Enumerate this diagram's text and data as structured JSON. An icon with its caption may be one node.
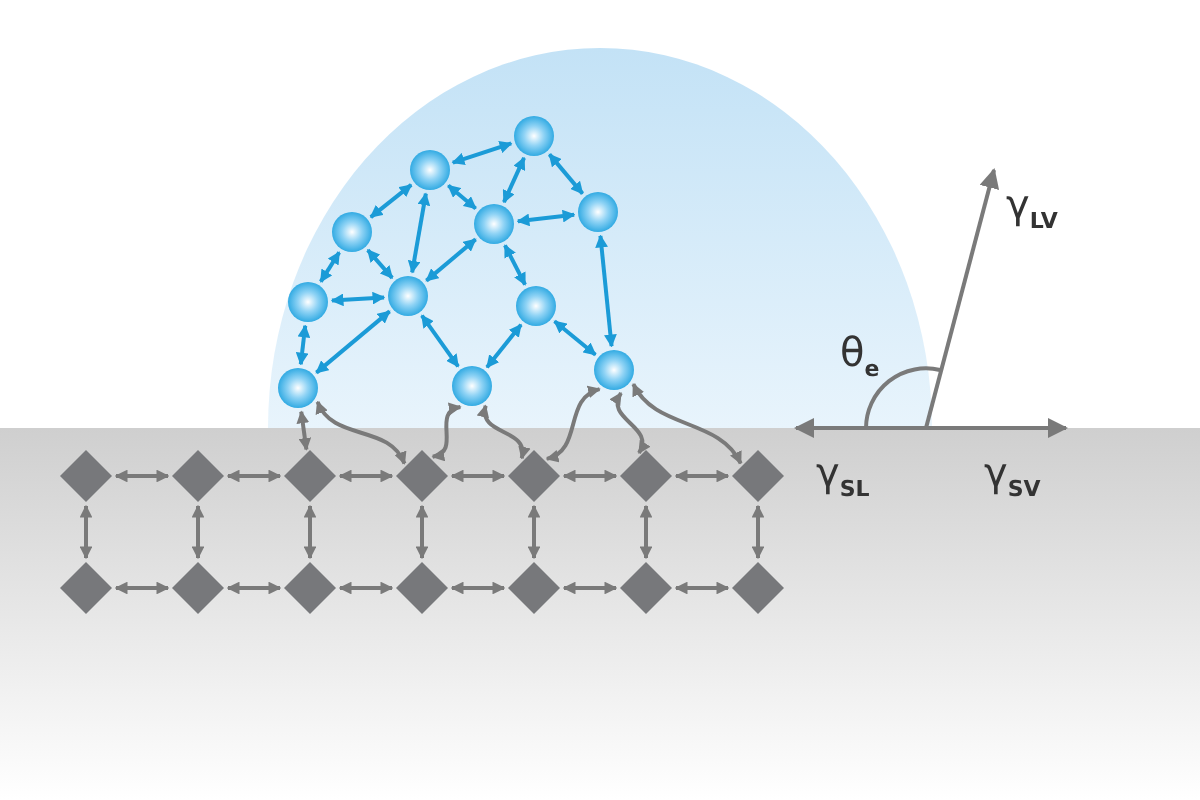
{
  "diagram": {
    "nodes": [
      {
        "text": [],
        "shape": "circle"
      },
      {
        "text": [],
        "shape": "circle"
      },
      {
        "text": [],
        "shape": "circle"
      },
      {
        "text": [],
        "shape": "circle"
      },
      {
        "text": [],
        "shape": "circle"
      },
      {
        "text": [],
        "shape": "circle"
      },
      {
        "text": [],
        "shape": "circle"
      },
      {
        "text": [],
        "shape": "circle"
      },
      {
        "text": [],
        "shape": "circle"
      },
      {
        "text": [],
        "shape": "circle"
      },
      {
        "text": [],
        "shape": "circle"
      },
      {
        "text": [],
        "shape": "diamond"
      },
      {
        "text": [],
        "shape": "diamond"
      },
      {
        "text": [],
        "shape": "diamond"
      },
      {
        "text": [],
        "shape": "diamond"
      },
      {
        "text": [],
        "shape": "diamond"
      },
      {
        "text": [],
        "shape": "diamond"
      },
      {
        "text": [],
        "shape": "diamond"
      },
      {
        "text": [],
        "shape": "diamond"
      },
      {
        "text": [],
        "shape": "diamond"
      },
      {
        "text": [],
        "shape": "diamond"
      },
      {
        "text": [],
        "shape": "diamond"
      },
      {
        "text": [],
        "shape": "diamond"
      },
      {
        "text": [],
        "shape": "diamond"
      },
      {
        "text": [],
        "shape": "diamond"
      }
    ],
    "edges": [
      {
        "from": 1,
        "to": 0,
        "arrow": "both",
        "color": "#1b9bd7"
      },
      {
        "from": 0,
        "to": 3,
        "arrow": "both",
        "color": "#1b9bd7"
      },
      {
        "from": 0,
        "to": 4,
        "arrow": "both",
        "color": "#1b9bd7"
      },
      {
        "from": 1,
        "to": 2,
        "arrow": "both",
        "color": "#1b9bd7"
      },
      {
        "from": 1,
        "to": 6,
        "arrow": "both",
        "color": "#1b9bd7"
      },
      {
        "from": 1,
        "to": 3,
        "arrow": "both",
        "color": "#1b9bd7"
      },
      {
        "from": 3,
        "to": 4,
        "arrow": "both",
        "color": "#1b9bd7"
      },
      {
        "from": 2,
        "to": 5,
        "arrow": "both",
        "color": "#1b9bd7"
      },
      {
        "from": 2,
        "to": 6,
        "arrow": "both",
        "color": "#1b9bd7"
      },
      {
        "from": 5,
        "to": 6,
        "arrow": "both",
        "color": "#1b9bd7"
      },
      {
        "from": 6,
        "to": 3,
        "arrow": "both",
        "color": "#1b9bd7"
      },
      {
        "from": 3,
        "to": 7,
        "arrow": "both",
        "color": "#1b9bd7"
      },
      {
        "from": 4,
        "to": 10,
        "arrow": "both",
        "color": "#1b9bd7"
      },
      {
        "from": 5,
        "to": 8,
        "arrow": "both",
        "color": "#1b9bd7"
      },
      {
        "from": 6,
        "to": 8,
        "arrow": "both",
        "color": "#1b9bd7"
      },
      {
        "from": 6,
        "to": 9,
        "arrow": "both",
        "color": "#1b9bd7"
      },
      {
        "from": 7,
        "to": 9,
        "arrow": "both",
        "color": "#1b9bd7"
      },
      {
        "from": 7,
        "to": 10,
        "arrow": "both",
        "color": "#1b9bd7"
      },
      {
        "from": 8,
        "to": 13,
        "arrow": "both"
      },
      {
        "from": 8,
        "to": 14,
        "arrow": "both"
      },
      {
        "from": 9,
        "to": 14,
        "arrow": "both"
      },
      {
        "from": 9,
        "to": 15,
        "arrow": "both"
      },
      {
        "from": 10,
        "to": 15,
        "arrow": "both"
      },
      {
        "from": 10,
        "to": 16,
        "arrow": "both"
      },
      {
        "from": 10,
        "to": 17,
        "arrow": "both"
      },
      {
        "from": 11,
        "to": 12,
        "arrow": "both"
      },
      {
        "from": 12,
        "to": 13,
        "arrow": "both"
      },
      {
        "from": 13,
        "to": 14,
        "arrow": "both"
      },
      {
        "from": 14,
        "to": 15,
        "arrow": "both"
      },
      {
        "from": 15,
        "to": 16,
        "arrow": "both"
      },
      {
        "from": 16,
        "to": 17,
        "arrow": "both"
      },
      {
        "from": 11,
        "to": 18,
        "arrow": "both"
      },
      {
        "from": 12,
        "to": 19,
        "arrow": "both"
      },
      {
        "from": 13,
        "to": 20,
        "arrow": "both"
      },
      {
        "from": 14,
        "to": 21,
        "arrow": "both"
      },
      {
        "from": 15,
        "to": 22,
        "arrow": "both"
      },
      {
        "from": 16,
        "to": 23,
        "arrow": "both"
      },
      {
        "from": 17,
        "to": 24,
        "arrow": "both"
      },
      {
        "from": 18,
        "to": 19,
        "arrow": "both"
      },
      {
        "from": 19,
        "to": 20,
        "arrow": "both"
      },
      {
        "from": 20,
        "to": 21,
        "arrow": "both"
      },
      {
        "from": 21,
        "to": 22,
        "arrow": "both"
      },
      {
        "from": 22,
        "to": 23,
        "arrow": "both"
      },
      {
        "from": 23,
        "to": 24,
        "arrow": "both"
      }
    ],
    "labels": [
      "γ$_{LV}$",
      "θ$_{e}$",
      "γ$_{SL}$",
      "γ$_{SV}$"
    ]
  }
}
